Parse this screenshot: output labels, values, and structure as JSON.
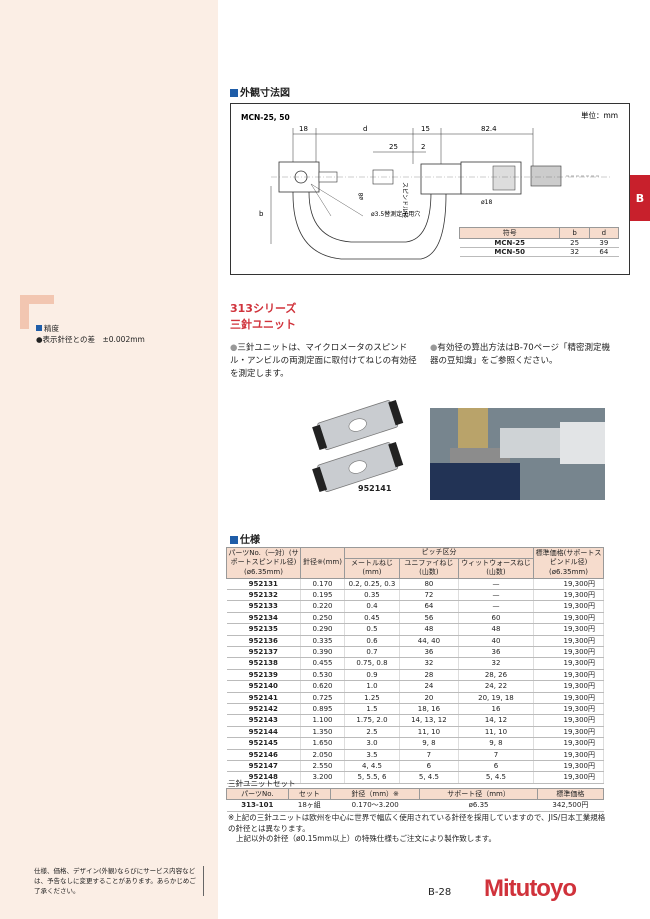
{
  "side_tab": "B",
  "sidebar": {
    "heading": "精度",
    "item": "●表示針径との差　±0.002mm"
  },
  "dim": {
    "title": "外観寸法図",
    "model": "MCN-25, 50",
    "unit": "単位：mm",
    "d18": "18",
    "dd": "d",
    "d15": "15",
    "d82": "82.4",
    "d25": "25",
    "d2": "2",
    "db": "b",
    "phi18": "ø18",
    "phi8": "ø8",
    "phi35": "ø3.5替測定子用穴",
    "spindle": "スピンドル径",
    "mini_head": [
      "符号",
      "b",
      "d"
    ],
    "mini_rows": [
      [
        "MCN-25",
        "25",
        "39"
      ],
      [
        "MCN-50",
        "32",
        "64"
      ]
    ]
  },
  "series": {
    "line1": "313シリーズ",
    "line2": "三針ユニット"
  },
  "desc": {
    "left": "三針ユニットは、マイクロメータのスピンドル・アンビルの両測定面に取付けてねじの有効径を測定します。",
    "right": "有効径の算出方法はB-70ページ「精密測定機器の豆知識」をご参照ください。"
  },
  "photo_caption": "952141",
  "spec": {
    "title": "仕様",
    "h_part": "パーツNo.（一対）(サポートスピンドル径)(ø6.35mm)",
    "h_wire": "針径※(mm)",
    "h_pitch": "ピッチ区分",
    "h_metric": "メートルねじ(mm)",
    "h_unified": "ユニファイねじ(山数)",
    "h_whit": "ウィットウォースねじ(山数)",
    "h_price": "標準価格(サポートスピンドル径)(ø6.35mm)",
    "rows": [
      [
        "952131",
        "0.170",
        "0.2, 0.25, 0.3",
        "80",
        "—",
        "19,300円"
      ],
      [
        "952132",
        "0.195",
        "0.35",
        "72",
        "—",
        "19,300円"
      ],
      [
        "952133",
        "0.220",
        "0.4",
        "64",
        "—",
        "19,300円"
      ],
      [
        "952134",
        "0.250",
        "0.45",
        "56",
        "60",
        "19,300円"
      ],
      [
        "952135",
        "0.290",
        "0.5",
        "48",
        "48",
        "19,300円"
      ],
      [
        "952136",
        "0.335",
        "0.6",
        "44, 40",
        "40",
        "19,300円"
      ],
      [
        "952137",
        "0.390",
        "0.7",
        "36",
        "36",
        "19,300円"
      ],
      [
        "952138",
        "0.455",
        "0.75, 0.8",
        "32",
        "32",
        "19,300円"
      ],
      [
        "952139",
        "0.530",
        "0.9",
        "28",
        "28, 26",
        "19,300円"
      ],
      [
        "952140",
        "0.620",
        "1.0",
        "24",
        "24, 22",
        "19,300円"
      ],
      [
        "952141",
        "0.725",
        "1.25",
        "20",
        "20, 19, 18",
        "19,300円"
      ],
      [
        "952142",
        "0.895",
        "1.5",
        "18, 16",
        "16",
        "19,300円"
      ],
      [
        "952143",
        "1.100",
        "1.75, 2.0",
        "14, 13, 12",
        "14, 12",
        "19,300円"
      ],
      [
        "952144",
        "1.350",
        "2.5",
        "11, 10",
        "11, 10",
        "19,300円"
      ],
      [
        "952145",
        "1.650",
        "3.0",
        "9, 8",
        "9, 8",
        "19,300円"
      ],
      [
        "952146",
        "2.050",
        "3.5",
        "7",
        "7",
        "19,300円"
      ],
      [
        "952147",
        "2.550",
        "4, 4.5",
        "6",
        "6",
        "19,300円"
      ],
      [
        "952148",
        "3.200",
        "5, 5.5, 6",
        "5, 4.5",
        "5, 4.5",
        "19,300円"
      ]
    ]
  },
  "set": {
    "label": "三針ユニットセット",
    "head": [
      "パーツNo.",
      "セット",
      "針径（mm）※",
      "サポート径（mm）",
      "標準価格"
    ],
    "row": [
      "313-101",
      "18ヶ組",
      "0.170〜3.200",
      "ø6.35",
      "342,500円"
    ]
  },
  "note": {
    "l1": "※上記の三針ユニットは欧州を中心に世界で幅広く使用されている針径を採用していますので、JIS/日本工業規格の針径とは異なります。",
    "l2": "上記以外の針径（ø0.15mm以上）の特殊仕様もご注文により製作致します。"
  },
  "footer": {
    "note": "仕様、価格、デザイン(外観)ならびにサービス内容などは、予告なしに変更することがあります。あらかじめご了承ください。",
    "page": "B-28",
    "logo": "Mitutoyo"
  },
  "colors": {
    "accent": "#1f5da8",
    "red": "#c8202c",
    "sidebar": "#fbeee5",
    "header": "#f6dccd"
  }
}
